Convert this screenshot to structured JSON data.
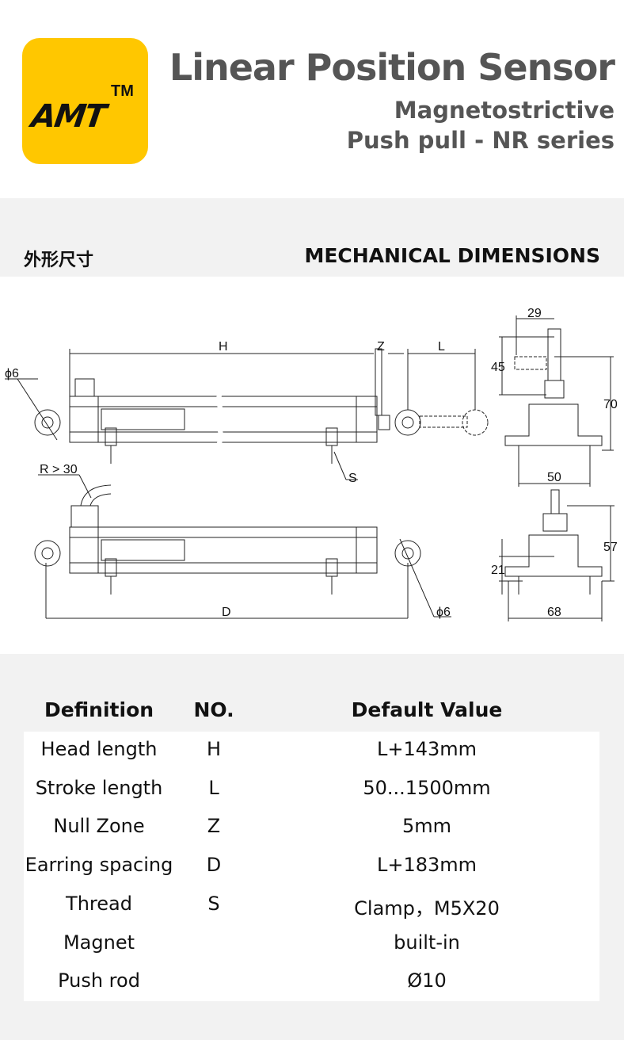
{
  "brand": {
    "logo_text": "AMT",
    "trademark": "TM",
    "color": "#FFC700"
  },
  "header": {
    "title": "Linear Position Sensor",
    "subtitle1": "Magnetostrictive",
    "subtitle2": "Push pull - NR series"
  },
  "section": {
    "title_cn": "外形尺寸",
    "title_en": "MECHANICAL DIMENSIONS"
  },
  "drawing": {
    "labels": {
      "H": "H",
      "Z": "Z",
      "L": "L",
      "phi_top": "ϕ6",
      "S": "S",
      "R": "R > 30",
      "D": "D",
      "phi_bottom": "ϕ6",
      "w29": "29",
      "h45": "45",
      "h70": "70",
      "w50": "50",
      "h57": "57",
      "h21": "21",
      "w68": "68"
    }
  },
  "table": {
    "headers": [
      "Definition",
      "NO.",
      "Default Value"
    ],
    "rows": [
      {
        "definition": "Head length",
        "no": "H",
        "value": "L+143mm"
      },
      {
        "definition": "Stroke length",
        "no": "L",
        "value": "50...1500mm"
      },
      {
        "definition": "Null Zone",
        "no": "Z",
        "value": "5mm"
      },
      {
        "definition": "Earring spacing",
        "no": "D",
        "value": "L+183mm"
      },
      {
        "definition": "Thread",
        "no": "S",
        "value": "Clamp，M5X20"
      },
      {
        "definition": "Magnet",
        "no": "",
        "value": "built-in"
      },
      {
        "definition": "Push rod",
        "no": "",
        "value": "Ø10"
      }
    ]
  }
}
